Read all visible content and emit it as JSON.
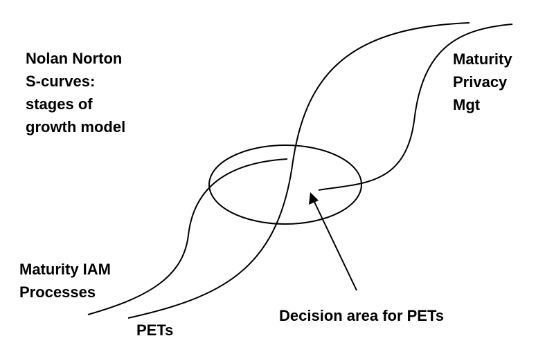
{
  "title_lines": [
    "Nolan Norton",
    "S-curves:",
    "stages of",
    "growth model"
  ],
  "labels": {
    "privacy_lines": [
      "Maturity",
      "Privacy",
      "Mgt"
    ],
    "iam_lines": [
      "Maturity IAM",
      "Processes"
    ],
    "pets": "PETs",
    "decision": "Decision area for PETs"
  },
  "colors": {
    "stroke": "#000000",
    "background": "#ffffff"
  }
}
